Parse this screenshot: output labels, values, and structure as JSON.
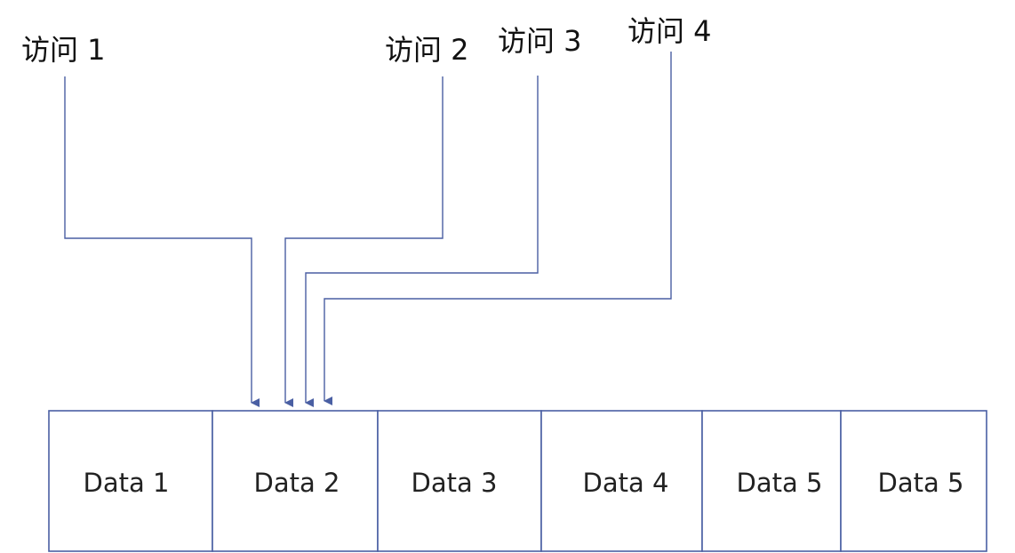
{
  "accesses": [
    {
      "label": "访问 1",
      "target": "Data 2"
    },
    {
      "label": "访问 2",
      "target": "Data 2"
    },
    {
      "label": "访问 3",
      "target": "Data 2"
    },
    {
      "label": "访问 4",
      "target": "Data 2"
    }
  ],
  "cells": [
    {
      "label": "Data 1"
    },
    {
      "label": "Data 2"
    },
    {
      "label": "Data 3"
    },
    {
      "label": "Data 4"
    },
    {
      "label": "Data 5"
    },
    {
      "label": "Data 5"
    }
  ],
  "colors": {
    "line": "#4a5fa3",
    "text": "#111111"
  }
}
